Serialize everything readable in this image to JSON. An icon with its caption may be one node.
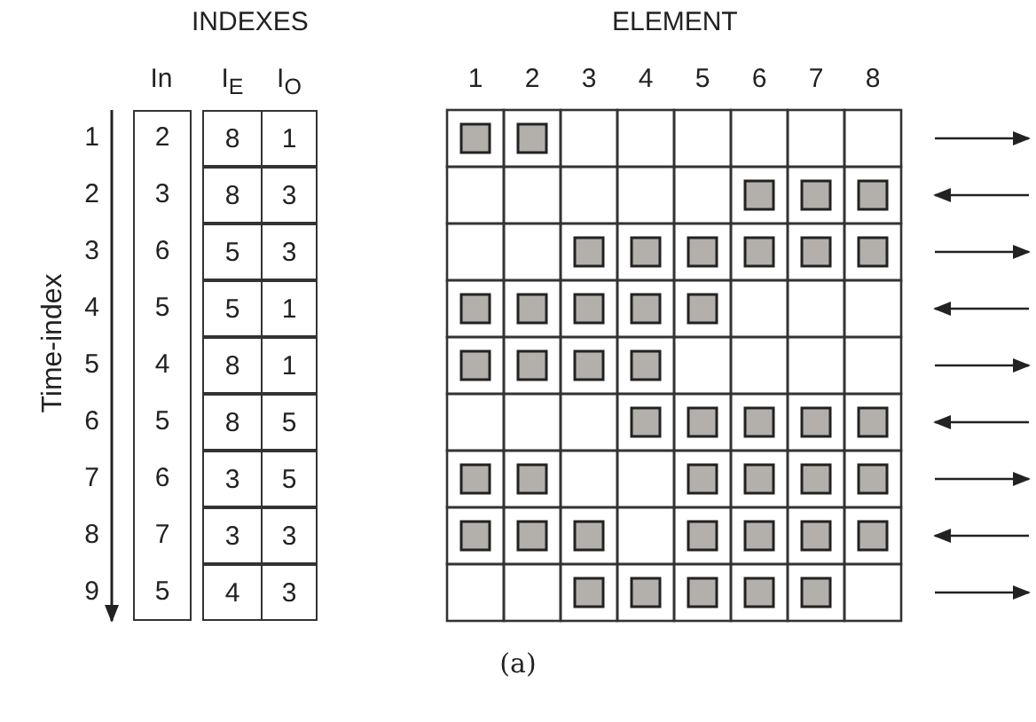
{
  "diagram": {
    "caption": "(a)",
    "labels": [
      "INDEXES",
      "ELEMENT",
      "In",
      "I$_{E}$",
      "I$_{O}$",
      "1",
      "2",
      "3",
      "4",
      "5",
      "6",
      "7",
      "8",
      "1",
      "2",
      "8",
      "1",
      "2",
      "3",
      "8",
      "3",
      "3",
      "6",
      "5",
      "3",
      "4",
      "5",
      "5",
      "1",
      "5",
      "4",
      "8",
      "1",
      "6",
      "5",
      "8",
      "5",
      "7",
      "6",
      "3",
      "5",
      "8",
      "7",
      "3",
      "3",
      "9",
      "5",
      "4",
      "3",
      "Time-index"
    ]
  }
}
